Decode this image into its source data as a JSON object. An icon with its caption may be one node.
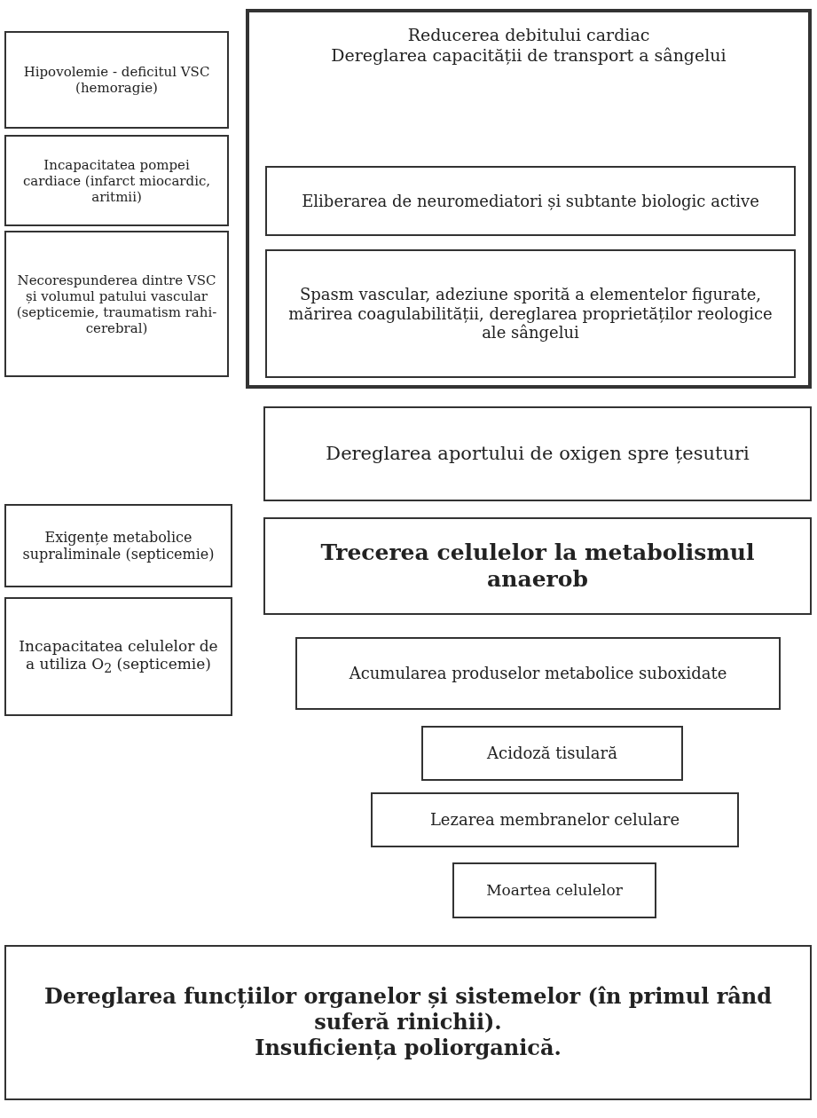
{
  "diagram": {
    "nodes": [
      {
        "text": [
          "Hipovolemie - deficitul VSC (hemoragie)"
        ]
      },
      {
        "text": [
          "Incapacitatea pompei cardiace (infarct miocardic, aritmii)"
        ]
      },
      {
        "text": [
          "Necorespunderea dintre VSC și volumul patului vascular (septicemie, traumatism rahi-cerebral)"
        ]
      },
      {
        "text": [
          "Reducerea debitului cardiac",
          "Dereglarea capacității de transport a sângelui"
        ]
      },
      {
        "text": [
          "Eliberarea de neuromediatori și subtante biologic active"
        ],
        "in": 3
      },
      {
        "text": [
          "Spasm vascular, adeziune sporită a elementelor figurate, mărirea coagulabilității, dereglarea proprietăților reologice ale sângelui"
        ],
        "in": 3
      },
      {
        "text": [
          "Dereglarea aportului de oxigen spre țesuturi"
        ]
      },
      {
        "text": [
          "Exigențe metabolice supraliminale (septicemie)"
        ]
      },
      {
        "text": [
          "Trecerea celulelor la metabolismul anaerob"
        ]
      },
      {
        "text": [
          "Incapacitatea celulelor de a utiliza O$_{2}$ (septicemie)"
        ]
      },
      {
        "text": [
          "Acumularea produselor metabolice suboxidate"
        ]
      },
      {
        "text": [
          "Acidoză tisulară"
        ]
      },
      {
        "text": [
          "Lezarea membranelor celulare"
        ]
      },
      {
        "text": [
          "Moartea celulelor"
        ]
      },
      {
        "text": [
          "Dereglarea funcțiilor organelor și sistemelor (în primul rând suferă rinichii).",
          "Insuficiența poliorganică."
        ]
      }
    ]
  }
}
